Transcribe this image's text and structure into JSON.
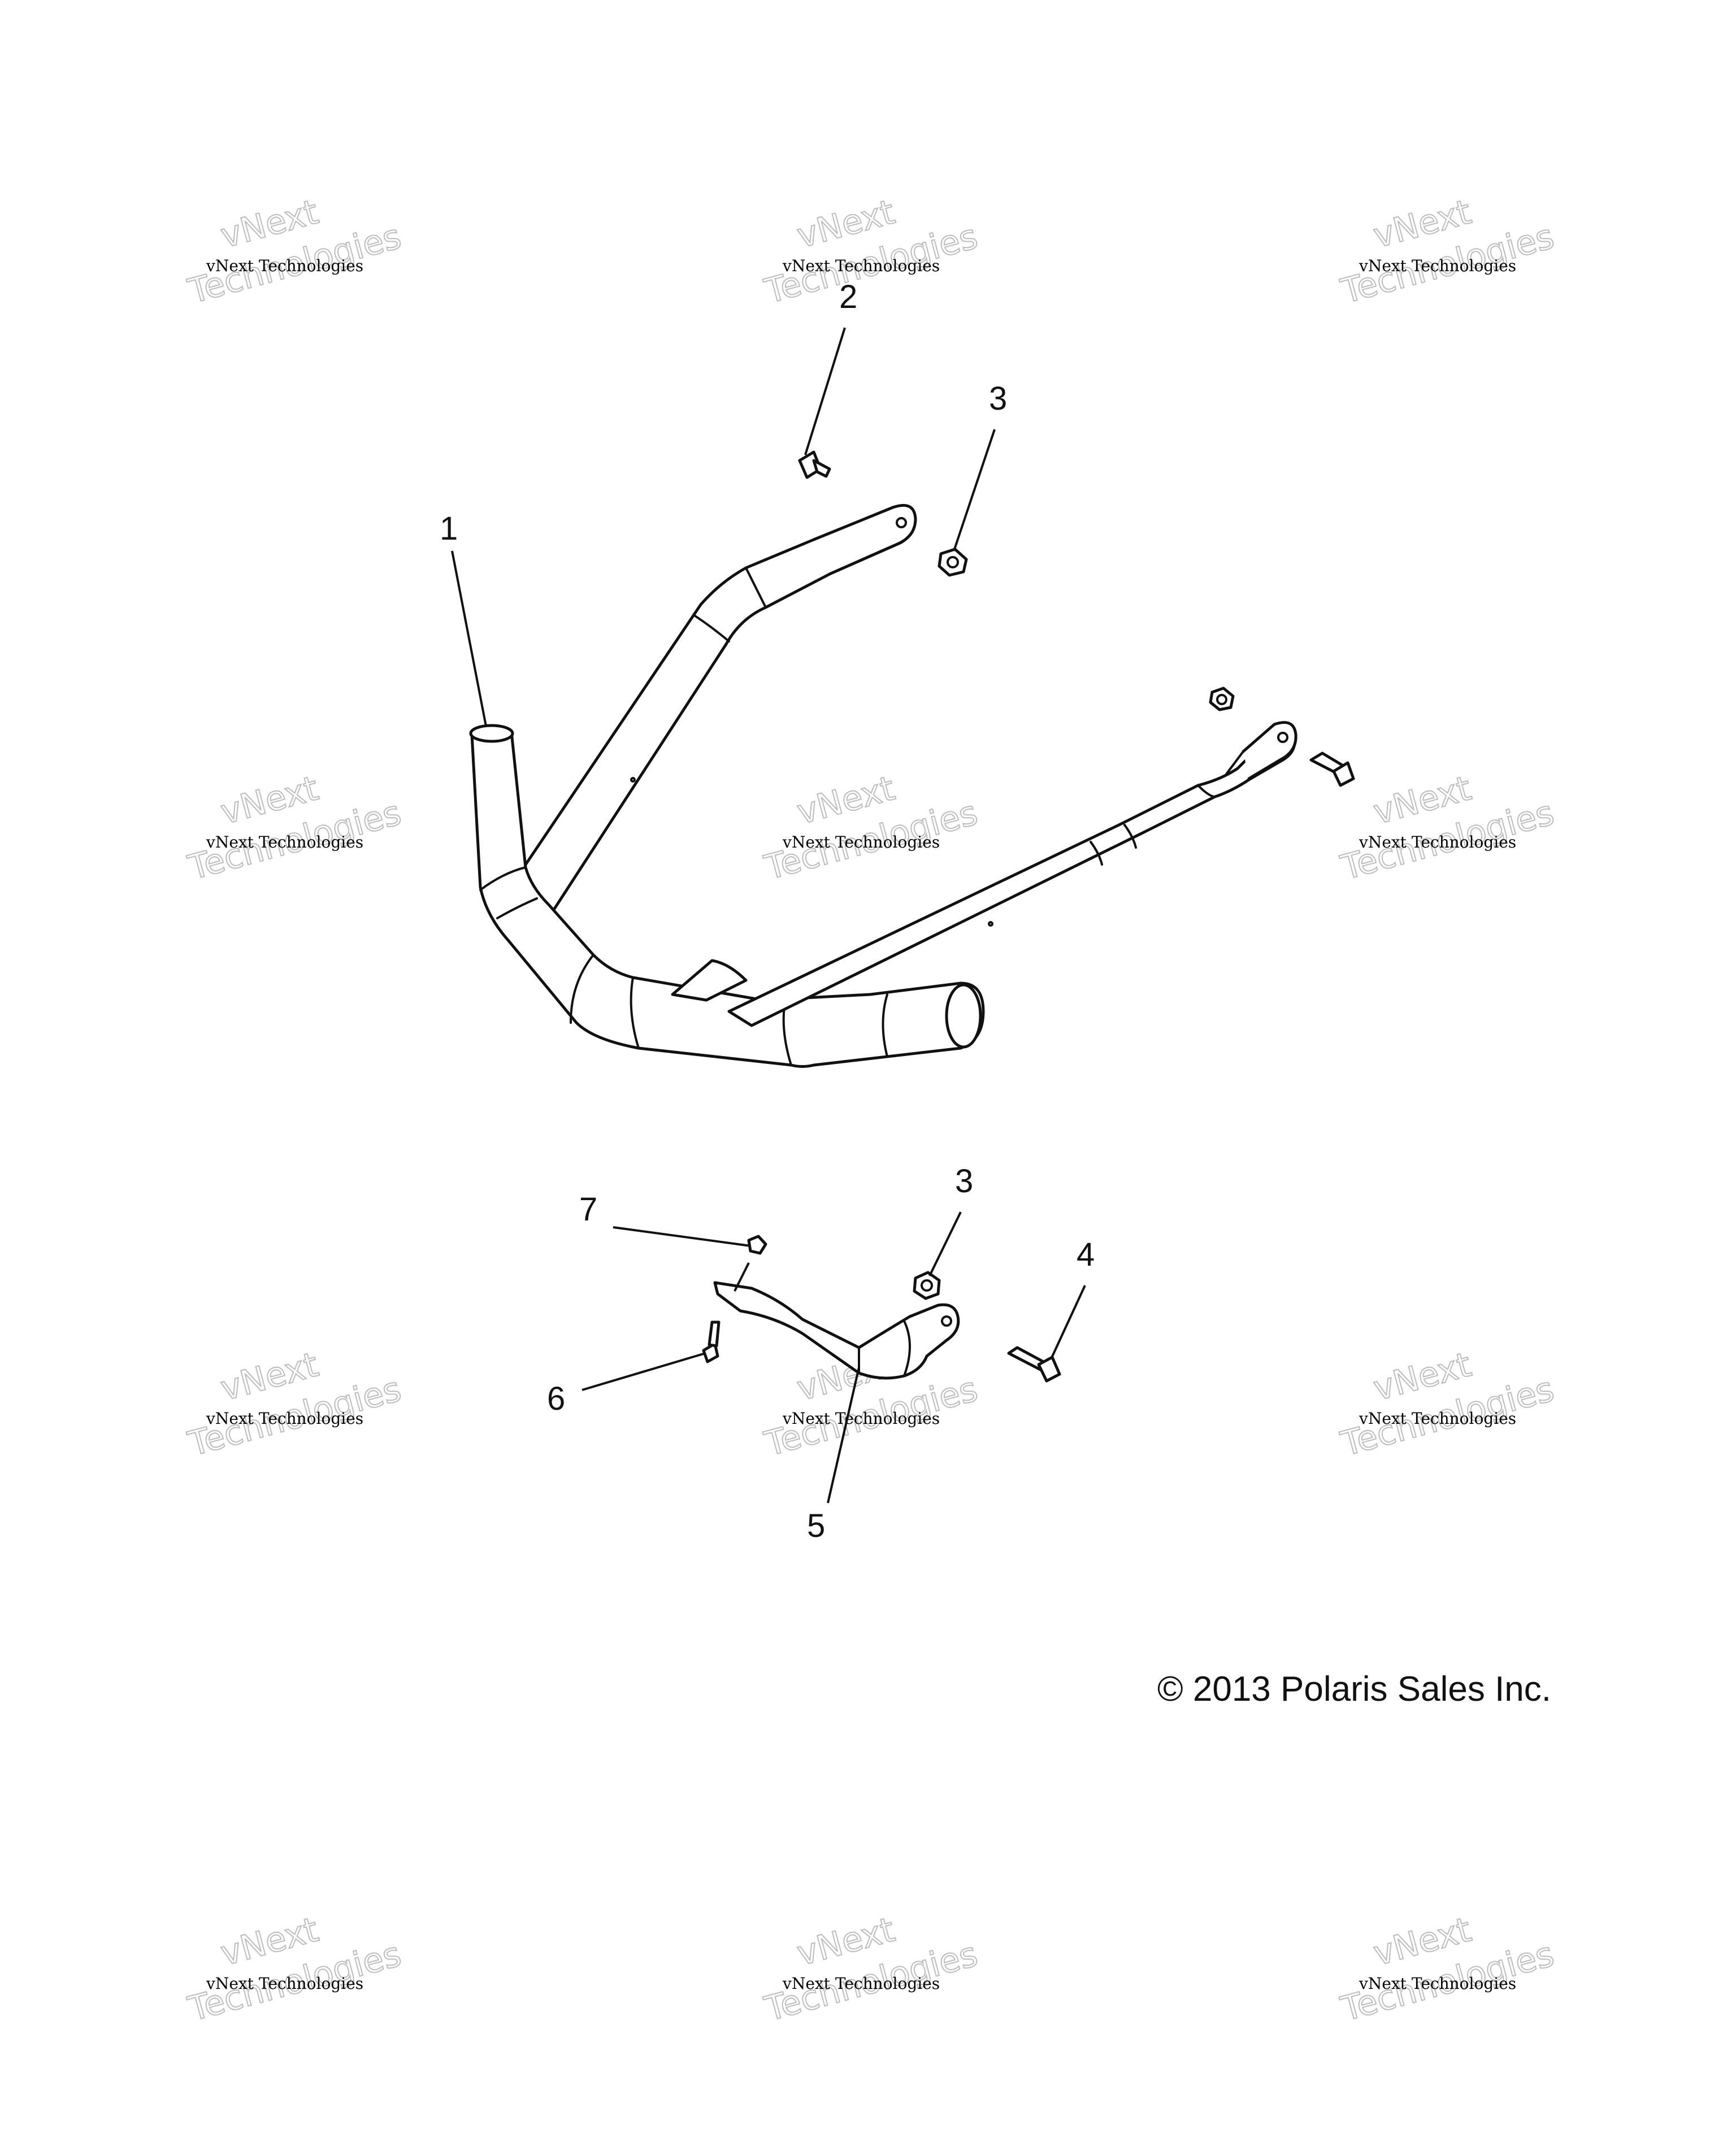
{
  "diagram": {
    "callouts": [
      {
        "id": "callout-1",
        "label": "1"
      },
      {
        "id": "callout-2",
        "label": "2"
      },
      {
        "id": "callout-3-top",
        "label": "3"
      },
      {
        "id": "callout-3-bottom",
        "label": "3"
      },
      {
        "id": "callout-4",
        "label": "4"
      },
      {
        "id": "callout-5",
        "label": "5"
      },
      {
        "id": "callout-6",
        "label": "6"
      },
      {
        "id": "callout-7",
        "label": "7"
      }
    ],
    "copyright": "© 2013 Polaris Sales Inc.",
    "watermark": {
      "line1": "vNext Technologies",
      "line2a": "vNext",
      "line2b": "Technologies"
    }
  }
}
